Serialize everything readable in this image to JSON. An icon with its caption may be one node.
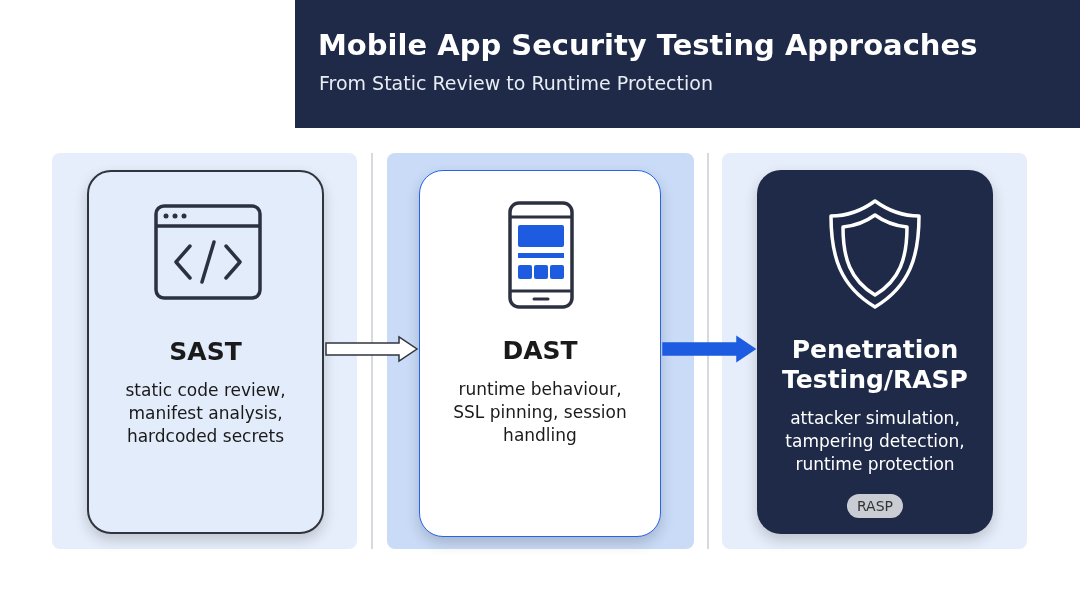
{
  "diagram": {
    "title": "Mobile App Security Testing Approaches",
    "nodes": [
      {
        "text": [],
        "shape": "box"
      },
      {
        "text": [
          "SAST",
          "static code review, manifest analysis, hardcoded secrets"
        ],
        "in": 0
      },
      {
        "text": [],
        "shape": "box"
      },
      {
        "text": [
          "DAST",
          "runtime behaviour, SSL pinning, session handling"
        ],
        "in": 2
      },
      {
        "text": [],
        "shape": "box"
      },
      {
        "text": [
          "Penetration Testing/RASP",
          "attacker simulation, tampering detection, runtime protection",
          "RASP"
        ],
        "in": 4
      }
    ],
    "edges": [
      {
        "from": 1,
        "to": 3,
        "arrow": "to",
        "color": "#ffffff"
      },
      {
        "from": 3,
        "to": 5,
        "arrow": "to",
        "color": "#1d5be0"
      }
    ],
    "labels": [
      "From Static Review to Runtime Protection"
    ]
  }
}
